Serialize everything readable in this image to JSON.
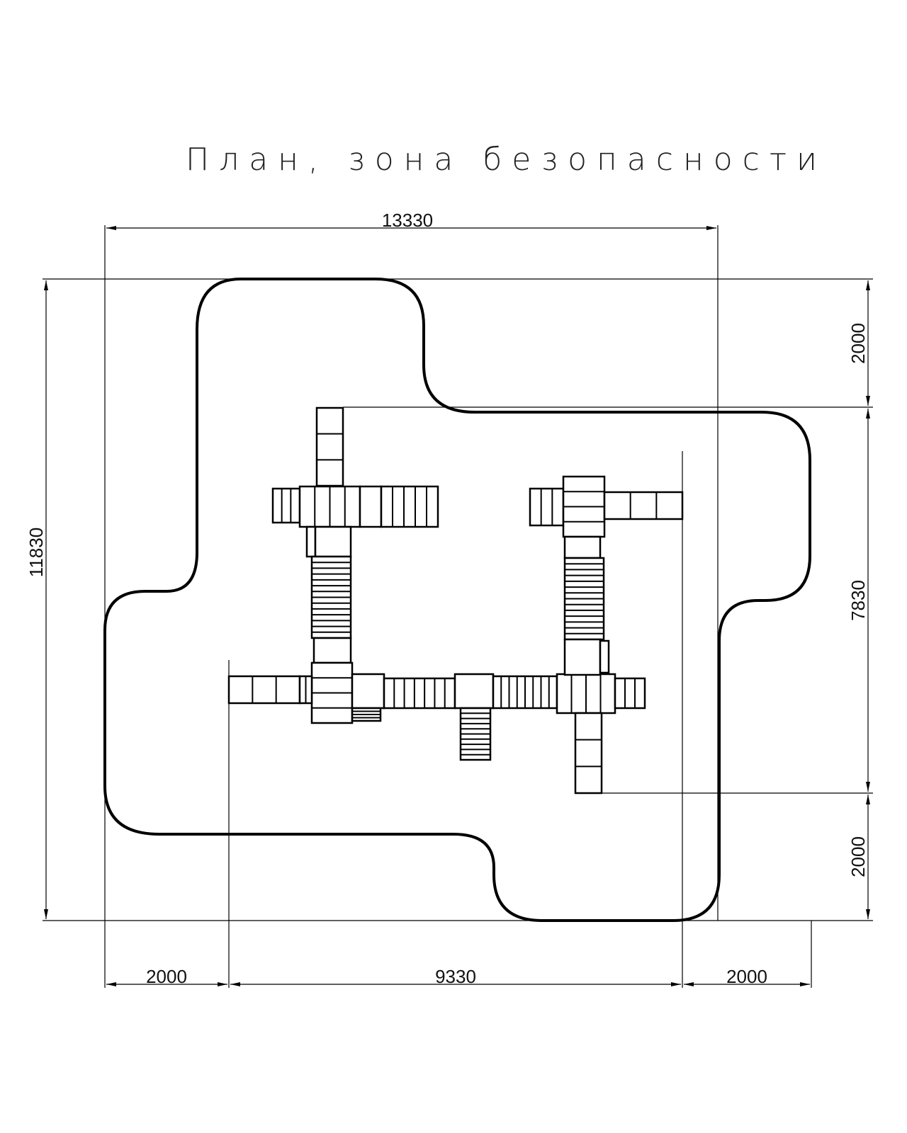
{
  "title": "План, зона безопасности",
  "dimensions": {
    "overall_width": "13330",
    "overall_height": "11830",
    "right_top": "2000",
    "right_middle": "7830",
    "right_bottom": "2000",
    "bottom_left": "2000",
    "bottom_middle": "9330",
    "bottom_right": "2000"
  },
  "colors": {
    "line": "#000000",
    "background": "#ffffff"
  }
}
